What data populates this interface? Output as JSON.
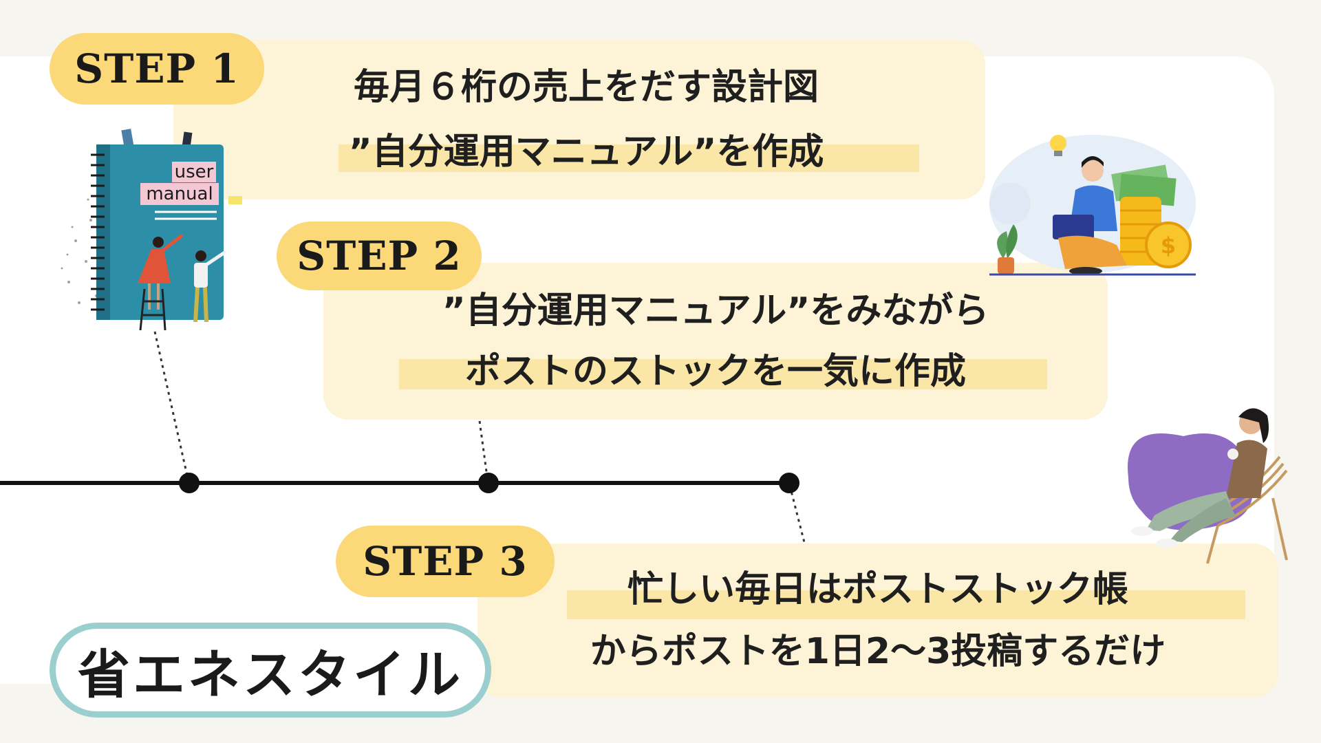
{
  "steps": [
    {
      "label": "STEP 1",
      "lines": [
        "毎月６桁の売上をだす設計図",
        "”自分運用マニュアル”を作成"
      ]
    },
    {
      "label": "STEP 2",
      "lines": [
        "”自分運用マニュアル”をみながら",
        "ポストのストックを一気に作成"
      ]
    },
    {
      "label": "STEP 3",
      "lines": [
        "忙しい毎日はポストストック帳",
        "からポストを1日2〜3投稿するだけ"
      ]
    }
  ],
  "badge": {
    "text": "省エネスタイル"
  },
  "book": {
    "line1": "user",
    "line2": "manual"
  },
  "colors": {
    "background": "#f6f5ef",
    "card": "#fdf3d6",
    "highlight": "#fae7a8",
    "pill": "#fbd978",
    "badge_border": "#9bcfcf"
  }
}
